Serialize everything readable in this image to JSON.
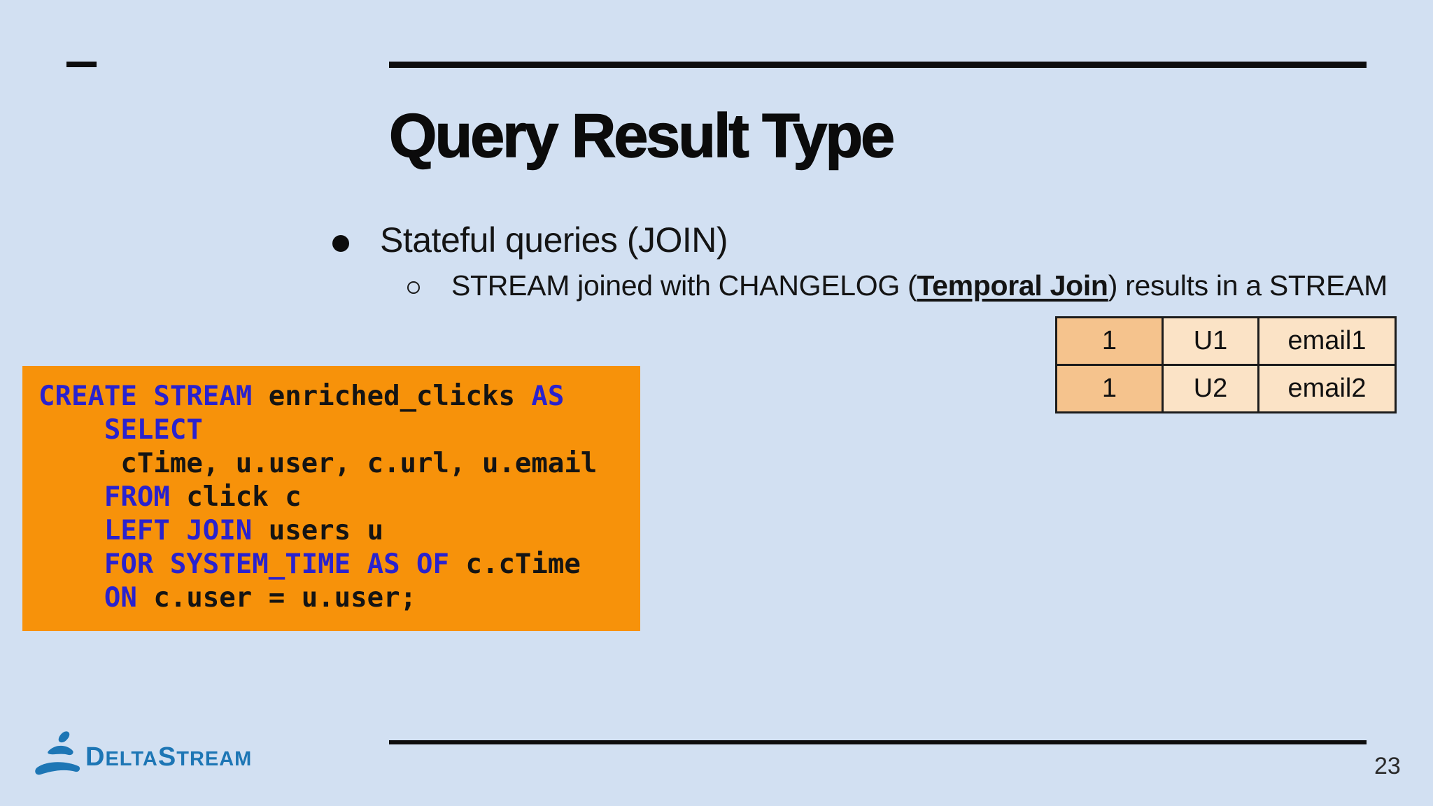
{
  "colors": {
    "background": "#D2E0F2",
    "code_bg": "#F7920A",
    "code_text": "#141414",
    "keyword": "#2A22CE",
    "table_key": "#F5C38D",
    "table_val": "#FBE3C6",
    "logo": "#1D76B5",
    "line": "#0D0D0D"
  },
  "slide": {
    "title": "Query Result Type",
    "page_number": "23"
  },
  "bullets": {
    "level1": "Stateful queries (JOIN)",
    "level2": {
      "pre": "STREAM joined with CHANGELOG (",
      "emphasis": "Temporal Join",
      "post": ") results in a STREAM"
    }
  },
  "code": {
    "lines": [
      {
        "tokens": [
          {
            "text": "CREATE STREAM",
            "kw": true
          },
          {
            "text": " enriched_clicks ",
            "kw": false
          },
          {
            "text": "AS",
            "kw": true
          }
        ]
      },
      {
        "tokens": [
          {
            "text": "    ",
            "kw": false
          },
          {
            "text": "SELECT",
            "kw": true
          }
        ]
      },
      {
        "tokens": [
          {
            "text": "     cTime, u.user, c.url, u.email",
            "kw": false
          }
        ]
      },
      {
        "tokens": [
          {
            "text": "    ",
            "kw": false
          },
          {
            "text": "FROM",
            "kw": true
          },
          {
            "text": " click c",
            "kw": false
          }
        ]
      },
      {
        "tokens": [
          {
            "text": "    ",
            "kw": false
          },
          {
            "text": "LEFT JOIN",
            "kw": true
          },
          {
            "text": " users u",
            "kw": false
          }
        ]
      },
      {
        "tokens": [
          {
            "text": "    ",
            "kw": false
          },
          {
            "text": "FOR SYSTEM_TIME AS OF",
            "kw": true
          },
          {
            "text": " c.cTime",
            "kw": false
          }
        ]
      },
      {
        "tokens": [
          {
            "text": "    ",
            "kw": false
          },
          {
            "text": "ON",
            "kw": true
          },
          {
            "text": " c.user = u.user;",
            "kw": false
          }
        ]
      }
    ]
  },
  "table": {
    "rows": [
      [
        "1",
        "U1",
        "email1"
      ],
      [
        "1",
        "U2",
        "email2"
      ]
    ]
  },
  "logo": {
    "parts": [
      "D",
      "ELTA",
      "S",
      "TREAM"
    ]
  }
}
